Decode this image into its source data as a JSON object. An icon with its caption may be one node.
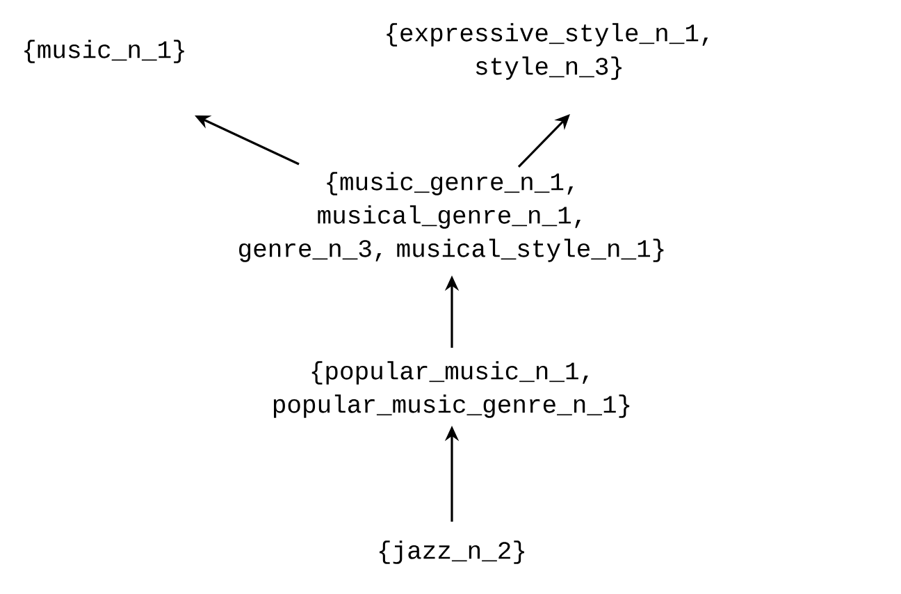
{
  "diagram": {
    "nodes": [
      {
        "text": [
          "{music_n_1}"
        ]
      },
      {
        "text": [
          "{expressive_style_n_1, style_n_3}"
        ]
      },
      {
        "text": [
          "{music_genre_n_1, musical_genre_n_1, genre_n_3, musical_style_n_1}"
        ]
      },
      {
        "text": [
          "{popular_music_n_1, popular_music_genre_n_1}"
        ]
      },
      {
        "text": [
          "{jazz_n_2}"
        ]
      }
    ],
    "edges": [
      {
        "from": 2,
        "to": 0,
        "arrow": "to"
      },
      {
        "from": 2,
        "to": 1,
        "arrow": "to"
      },
      {
        "from": 3,
        "to": 2,
        "arrow": "to"
      },
      {
        "from": 4,
        "to": 3,
        "arrow": "to"
      }
    ]
  }
}
